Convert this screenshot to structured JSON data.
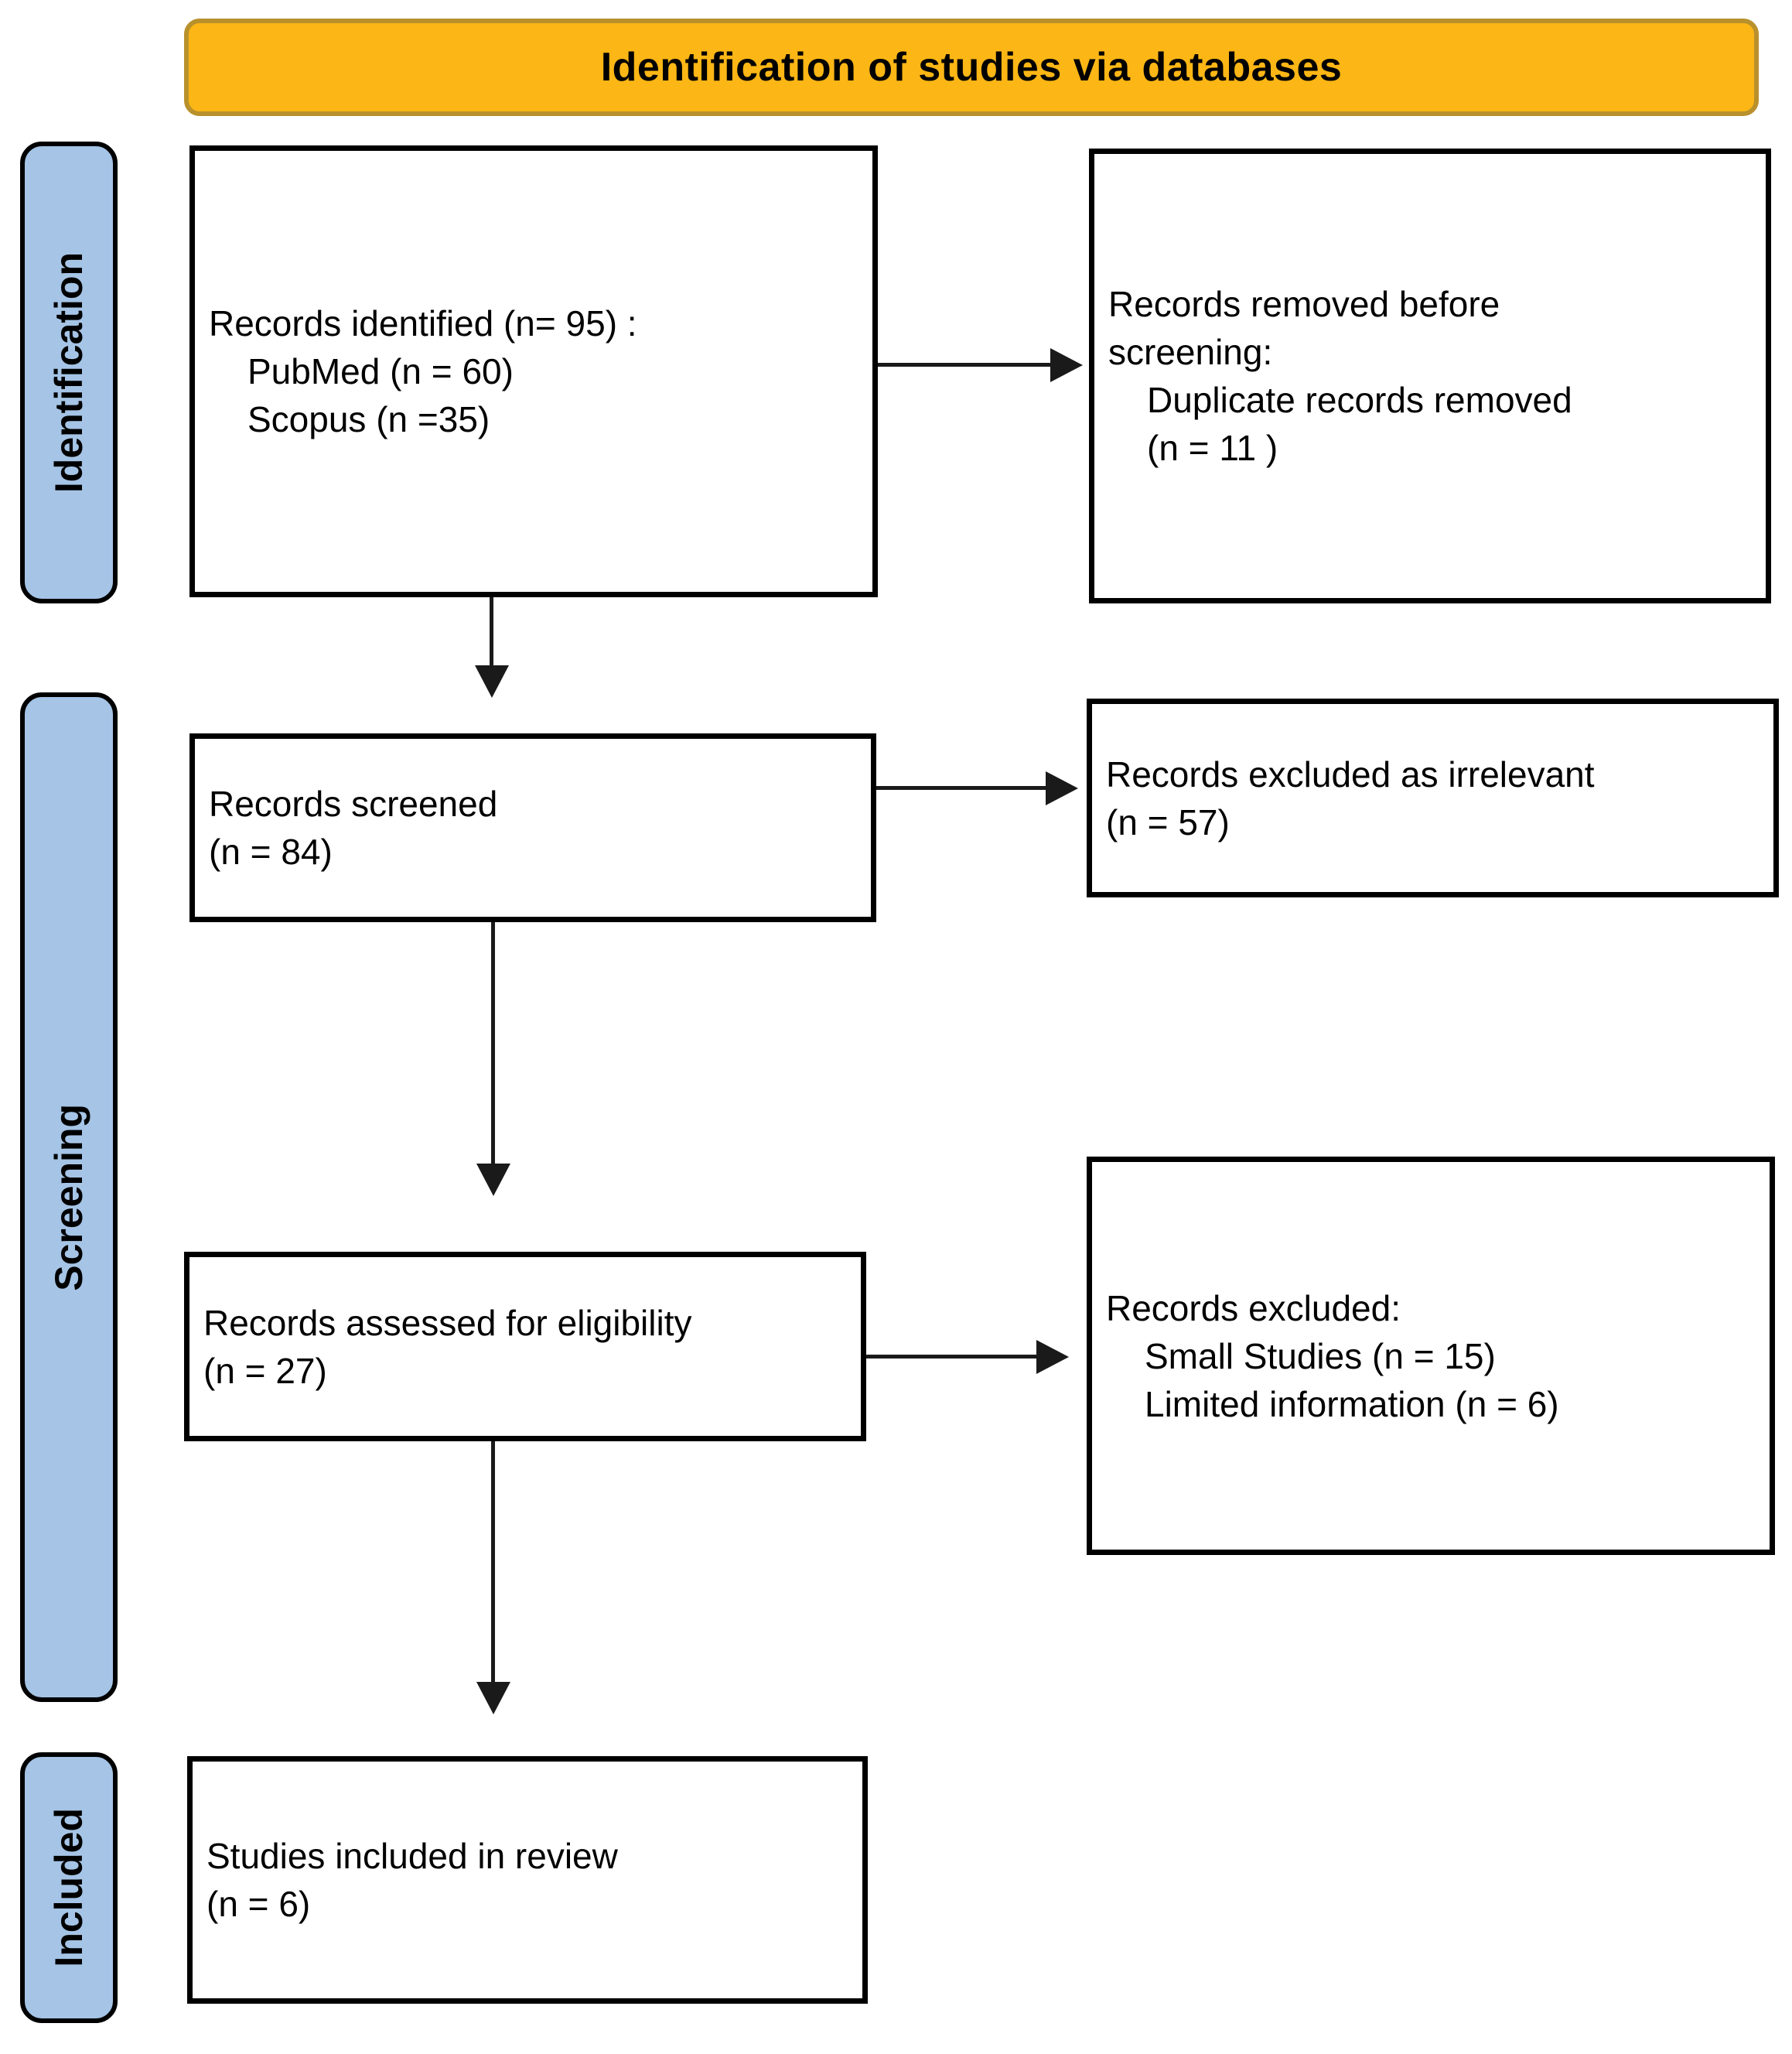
{
  "banner": {
    "title": "Identification of studies via databases"
  },
  "sidebar": [
    {
      "id": "identification",
      "label": "Identification"
    },
    {
      "id": "screening",
      "label": "Screening"
    },
    {
      "id": "included",
      "label": "Included"
    }
  ],
  "boxes": {
    "records_identified": {
      "lines": [
        "Records identified (n= 95) :",
        "PubMed (n = 60)",
        "Scopus (n =35)"
      ]
    },
    "records_removed": {
      "lines": [
        "Records removed before",
        "screening:",
        "Duplicate records removed",
        "(n = 11 )"
      ]
    },
    "records_screened": {
      "lines": [
        "Records screened",
        "(n = 84)"
      ]
    },
    "records_excluded_irrelevant": {
      "lines": [
        "Records excluded as irrelevant",
        "(n = 57)"
      ]
    },
    "records_assessed": {
      "lines": [
        "Records assessed for eligibility",
        "(n = 27)"
      ]
    },
    "records_excluded_reasons": {
      "lines": [
        "Records excluded:",
        "Small Studies (n = 15)",
        "Limited information (n = 6)"
      ]
    },
    "studies_included": {
      "lines": [
        "Studies included in review",
        "(n = 6)"
      ]
    }
  },
  "colors": {
    "banner_fill": "#FCB615",
    "banner_border": "#B8912C",
    "sidebar_fill": "#A5C4E6",
    "box_border": "#000000",
    "arrow": "#1A1A1A"
  }
}
